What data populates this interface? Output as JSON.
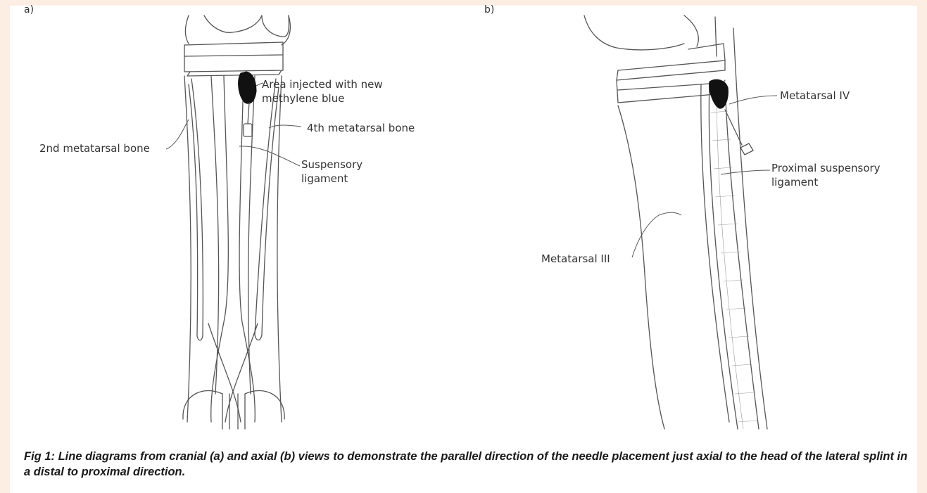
{
  "figure": {
    "panel_a_label": "a)",
    "panel_b_label": "b)",
    "panel_a_labels": {
      "injection_area": "Area injected with new\nmethylene blue",
      "metatarsal_4": "4th metatarsal bone",
      "metatarsal_2": "2nd metatarsal bone",
      "suspensory": "Suspensory\nligament"
    },
    "panel_b_labels": {
      "metatarsal_4": "Metatarsal IV",
      "proximal_suspensory": "Proximal suspensory\nligament",
      "metatarsal_3": "Metatarsal III"
    },
    "caption": "Fig 1: Line diagrams from cranial (a) and axial (b) views to demonstrate the parallel direction of the needle placement just axial to the head of the lateral splint in a distal to proximal direction."
  },
  "colors": {
    "background": "#fdeee4",
    "panel": "#ffffff",
    "ink": "#555555",
    "dye": "#111111"
  }
}
